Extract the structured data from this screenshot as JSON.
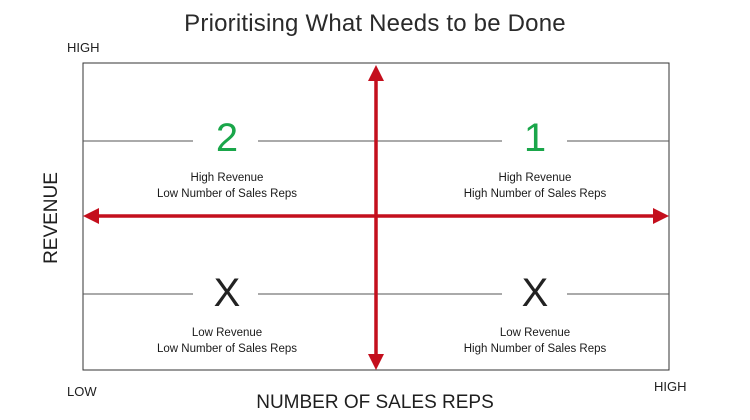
{
  "title": "Prioritising What Needs to be Done",
  "axes": {
    "x_title": "NUMBER OF SALES REPS",
    "y_title": "REVENUE",
    "y_high": "HIGH",
    "x_low": "LOW",
    "x_high": "HIGH"
  },
  "quadrants": {
    "top_left": {
      "marker": "2",
      "line1": "High Revenue",
      "line2": "Low Number of Sales Reps"
    },
    "top_right": {
      "marker": "1",
      "line1": "High Revenue",
      "line2": "High Number of Sales Reps"
    },
    "bottom_left": {
      "marker": "X",
      "line1": "Low Revenue",
      "line2": "Low Number of Sales Reps"
    },
    "bottom_right": {
      "marker": "X",
      "line1": "Low Revenue",
      "line2": "High Number of Sales Reps"
    }
  },
  "colors": {
    "arrow": "#c40f1d",
    "priority_marker": "#1aa64a",
    "excluded_marker": "#222222",
    "frame": "#333333",
    "guide_line": "#555555"
  }
}
